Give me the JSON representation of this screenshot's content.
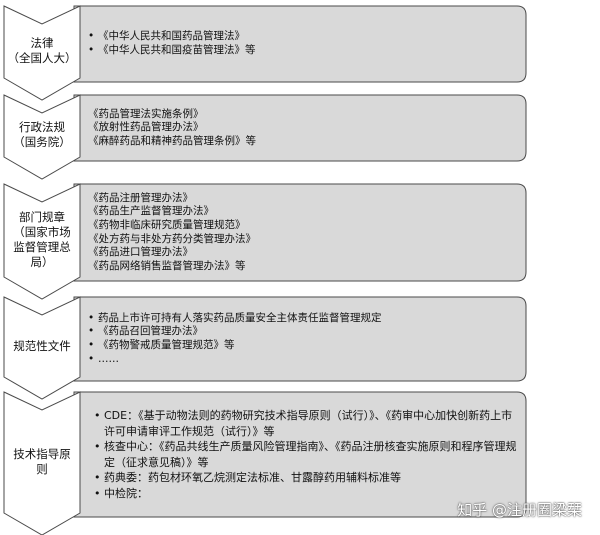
{
  "rows": [
    {
      "label": "法律\n（全国人大）",
      "items": [
        {
          "bullet": "•",
          "text": "《中华人民共和国药品管理法》"
        },
        {
          "bullet": "•",
          "text": "《中华人民共和国疫苗管理法》等"
        }
      ]
    },
    {
      "label": "行政法规\n（国务院）",
      "items": [
        {
          "bullet": "",
          "text": "《药品管理法实施条例》"
        },
        {
          "bullet": "",
          "text": "《放射性药品管理办法》"
        },
        {
          "bullet": "",
          "text": "《麻醉药品和精神药品管理条例》等"
        }
      ]
    },
    {
      "label": "部门规章\n（国家市场\n监督管理总\n局）",
      "items": [
        {
          "bullet": "",
          "text": "《药品注册管理办法》"
        },
        {
          "bullet": "",
          "text": "《药品生产监督管理办法》"
        },
        {
          "bullet": "",
          "text": "《药物非临床研究质量管理规范》"
        },
        {
          "bullet": "",
          "text": "《处方药与非处方药分类管理办法》"
        },
        {
          "bullet": "",
          "text": "《药品进口管理办法》"
        },
        {
          "bullet": "",
          "text": "《药品网络销售监督管理办法》等"
        }
      ]
    },
    {
      "label": "规范性文件",
      "items": [
        {
          "bullet": "•",
          "text": "药品上市许可持有人落实药品质量安全主体责任监督管理规定"
        },
        {
          "bullet": "•",
          "text": "《药品召回管理办法》"
        },
        {
          "bullet": "•",
          "text": "《药物警戒质量管理规范》等"
        },
        {
          "bullet": "•",
          "text": "……"
        }
      ]
    },
    {
      "label": "技术指导原\n则",
      "items": [
        {
          "bullet": "•",
          "text": "CDE：《基于动物法则的药物研究技术指导原则（试行）》、《药审中心加快创新药上市许可申请审评工作规范（试行）》等"
        },
        {
          "bullet": "•",
          "text": "核查中心：《药品共线生产质量风险管理指南》、《药品注册核查实施原则和程序管理规定（征求意见稿）》等"
        },
        {
          "bullet": "•",
          "text": "药典委：药包材环氧乙烷测定法标准、甘露醇药用辅料标准等"
        },
        {
          "bullet": "•",
          "text": "中检院："
        }
      ]
    }
  ],
  "watermark": "知乎 @注册圈梁栞",
  "colors": {
    "box_fill": "#d9d9d9",
    "outline": "#4a4a4a",
    "chevron_fill": "#ffffff"
  }
}
